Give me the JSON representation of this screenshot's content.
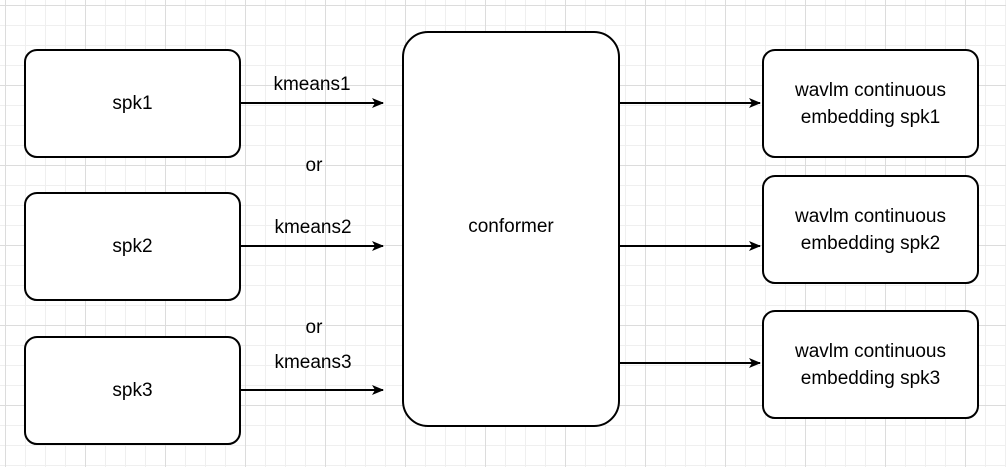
{
  "diagram": {
    "inputs": [
      {
        "id": "spk1",
        "label": "spk1"
      },
      {
        "id": "spk2",
        "label": "spk2"
      },
      {
        "id": "spk3",
        "label": "spk3"
      }
    ],
    "edge_labels": [
      "kmeans1",
      "kmeans2",
      "kmeans3"
    ],
    "separators": [
      "or",
      "or"
    ],
    "center": {
      "label": "conformer"
    },
    "outputs": [
      {
        "line1": "wavlm continuous",
        "line2": "embedding spk1"
      },
      {
        "line1": "wavlm continuous",
        "line2": "embedding spk2"
      },
      {
        "line1": "wavlm continuous",
        "line2": "embedding spk3"
      }
    ],
    "edges": [
      {
        "from": "spk1",
        "to": "conformer",
        "label": "kmeans1"
      },
      {
        "from": "spk2",
        "to": "conformer",
        "label": "kmeans2"
      },
      {
        "from": "spk3",
        "to": "conformer",
        "label": "kmeans3"
      },
      {
        "from": "conformer",
        "to": "output1"
      },
      {
        "from": "conformer",
        "to": "output2"
      },
      {
        "from": "conformer",
        "to": "output3"
      }
    ]
  }
}
